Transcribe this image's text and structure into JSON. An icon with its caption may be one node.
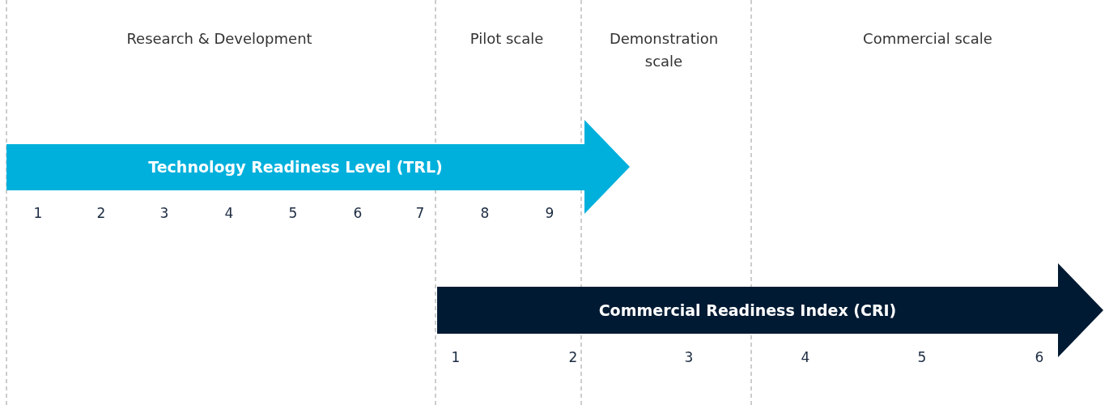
{
  "diagram": {
    "nodes": [
      {
        "text": [
          "Technology Readiness Level (TRL)"
        ]
      },
      {
        "text": [
          "Commercial Readiness Index (CRI)"
        ]
      }
    ],
    "labels": [
      "Research & Development",
      "Pilot scale",
      "Demonstration scale",
      "Commercial scale",
      "1",
      "2",
      "3",
      "4",
      "5",
      "6",
      "7",
      "8",
      "9",
      "1",
      "2",
      "3",
      "4",
      "5",
      "6"
    ]
  }
}
